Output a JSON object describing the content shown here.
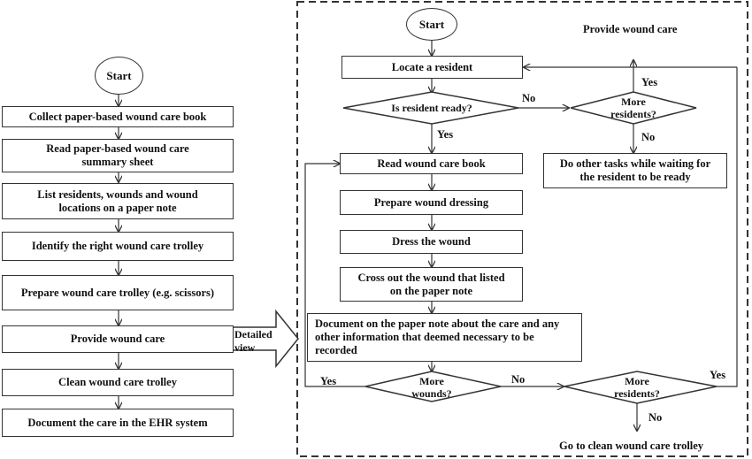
{
  "left_flow": {
    "start": "Start",
    "steps": [
      "Collect paper-based  wound care book",
      "Read paper-based wound care summary sheet",
      "List residents, wounds and wound locations on a paper note",
      "Identify the right wound care trolley",
      "Prepare wound care trolley (e.g. scissors)",
      "Provide wound care",
      "Clean wound care trolley",
      "Document the care in the EHR system"
    ]
  },
  "detailed_view_label": "Detailed view",
  "detail": {
    "title": "Provide wound care",
    "start": "Start",
    "locate_resident": "Locate a resident",
    "resident_ready": "Is resident ready?",
    "more_residents_top": "More residents?",
    "do_other_tasks": "Do other tasks while waiting for the resident to be ready",
    "read_book": "Read wound care book",
    "prepare_dressing": "Prepare wound dressing",
    "dress_wound": "Dress the wound",
    "cross_out": "Cross out the wound that listed on the paper note",
    "document_note": "Document on the paper note about the care and any other information that deemed necessary to be recorded",
    "more_wounds": "More wounds?",
    "more_residents_bottom": "More residents?",
    "go_clean": "Go to clean wound care trolley",
    "labels": {
      "yes": "Yes",
      "no": "No"
    }
  },
  "colors": {
    "line": "#333333",
    "background": "#ffffff"
  }
}
